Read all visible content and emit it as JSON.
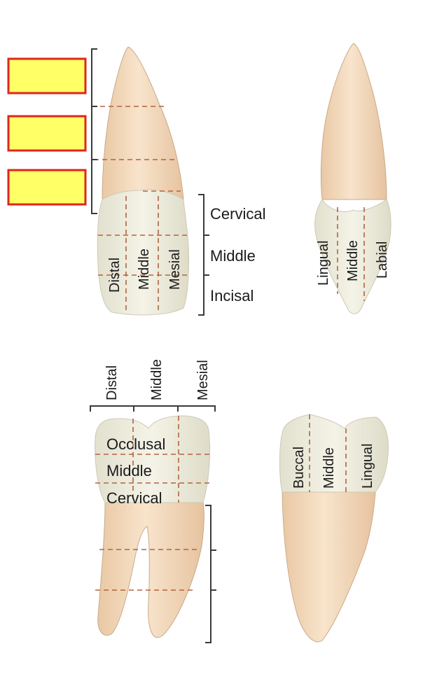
{
  "answer_boxes": [
    "",
    "",
    ""
  ],
  "incisor_labial": {
    "crown_thirds_vertical": [
      "Distal",
      "Middle",
      "Mesial"
    ],
    "crown_thirds_horizontal": [
      "Cervical",
      "Middle",
      "Incisal"
    ]
  },
  "incisor_proximal": {
    "crown_thirds_vertical": [
      "Lingual",
      "Middle",
      "Labial"
    ]
  },
  "molar_buccal": {
    "crown_thirds_vertical": [
      "Distal",
      "Middle",
      "Mesial"
    ],
    "crown_thirds_horizontal": [
      "Occlusal",
      "Middle",
      "Cervical"
    ]
  },
  "molar_proximal": {
    "crown_thirds_vertical": [
      "Buccal",
      "Middle",
      "Lingual"
    ]
  },
  "colors": {
    "answer_box_fill": "#ffff66",
    "answer_box_border": "#e0261b",
    "crown": "#ecebdc",
    "root": "#f3d9bc",
    "division_lines": "#b3633e"
  }
}
